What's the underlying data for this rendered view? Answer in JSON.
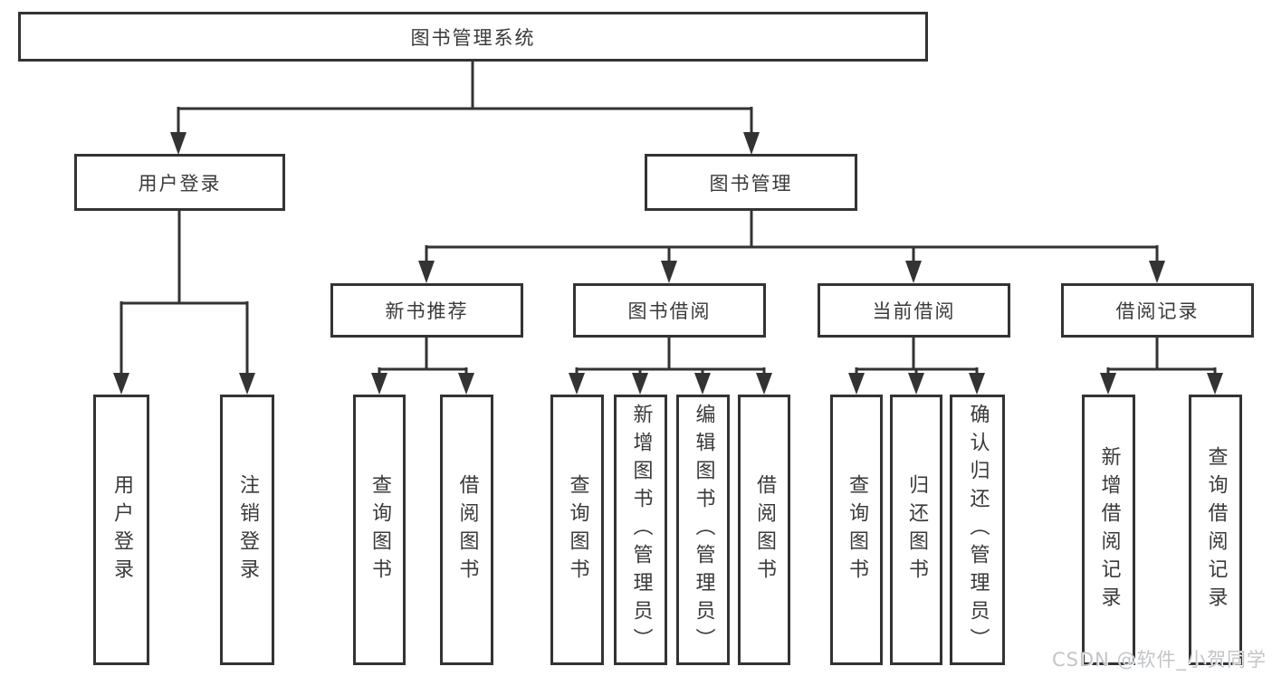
{
  "diagram": {
    "title": "图书管理系统",
    "root": {
      "label": "图书管理系统"
    },
    "branches": {
      "user_login": {
        "label": "用户登录",
        "children": [
          "用户登录",
          "注销登录"
        ]
      },
      "book_mgmt": {
        "label": "图书管理"
      }
    },
    "modules": {
      "new_books": {
        "label": "新书推荐",
        "children": [
          "查询图书",
          "借阅图书"
        ]
      },
      "book_borrow": {
        "label": "图书借阅",
        "children": [
          "查询图书",
          "新增图书（管理员）",
          "编辑图书（管理员）",
          "借阅图书"
        ]
      },
      "current_borrow": {
        "label": "当前借阅",
        "children": [
          "查询图书",
          "归还图书",
          "确认归还（管理员）"
        ]
      },
      "borrow_records": {
        "label": "借阅记录",
        "children": [
          "新增借阅记录",
          "查询借阅记录"
        ]
      }
    }
  },
  "watermark": {
    "text": "CSDN @软件_小贺同学",
    "color": "#c2c5c9"
  },
  "colors": {
    "line": "#333333",
    "text": "#3a3a3a",
    "background": "#ffffff"
  }
}
